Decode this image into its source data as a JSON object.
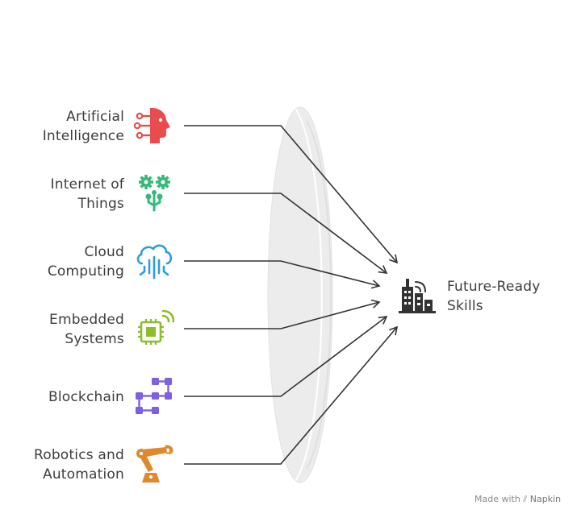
{
  "inputs": [
    {
      "line1": "Artificial",
      "line2": "Intelligence",
      "icon": "ai-head-icon",
      "color": "#e84c4c"
    },
    {
      "line1": "Internet of",
      "line2": "Things",
      "icon": "iot-gears-icon",
      "color": "#35b878"
    },
    {
      "line1": "Cloud",
      "line2": "Computing",
      "icon": "cloud-computing-icon",
      "color": "#2b9de0"
    },
    {
      "line1": "Embedded",
      "line2": "Systems",
      "icon": "embedded-chip-icon",
      "color": "#8cbd2a"
    },
    {
      "line1": "Blockchain",
      "line2": "",
      "icon": "blockchain-icon",
      "color": "#7e5fe0"
    },
    {
      "line1": "Robotics and",
      "line2": "Automation",
      "icon": "robotic-arm-icon",
      "color": "#e0882e"
    }
  ],
  "output": {
    "line1": "Future-Ready",
    "line2": "Skills",
    "icon": "city-buildings-icon",
    "color": "#333333"
  },
  "footer": {
    "prefix": "Made with",
    "brand": "Napkin"
  }
}
